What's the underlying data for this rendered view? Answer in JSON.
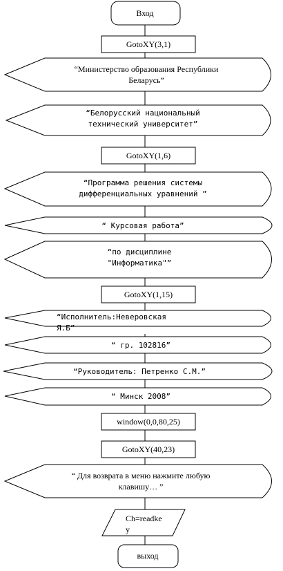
{
  "flowchart": {
    "start": "Вход",
    "steps": [
      {
        "kind": "process",
        "lines": [
          "GotoXY(3,1)"
        ]
      },
      {
        "kind": "display",
        "lines": [
          "“Министерство образования Республики",
          "Беларусь”"
        ]
      },
      {
        "kind": "display",
        "lines": [
          "“Белорусский национальный",
          "технический университет”"
        ]
      },
      {
        "kind": "process",
        "lines": [
          "GotoXY(1,6)"
        ]
      },
      {
        "kind": "display",
        "lines": [
          "“Программа решения системы",
          "дифференциальных уравнений ”"
        ]
      },
      {
        "kind": "display",
        "lines": [
          "“ Курсовая работа”"
        ]
      },
      {
        "kind": "display",
        "lines": [
          "“по дисциплине",
          "\"Информатика\"”"
        ]
      },
      {
        "kind": "process",
        "lines": [
          "GotoXY(1,15)"
        ]
      },
      {
        "kind": "display",
        "lines": [
          "“Исполнитель:Неверовская",
          "Я.Б”"
        ]
      },
      {
        "kind": "display",
        "lines": [
          "“ гр. 102816”"
        ]
      },
      {
        "kind": "display",
        "lines": [
          "“Руководитель: Петренко С.М.”"
        ]
      },
      {
        "kind": "display",
        "lines": [
          "“ Минск 2008”"
        ]
      },
      {
        "kind": "process",
        "lines": [
          "window(0,0,80,25)"
        ]
      },
      {
        "kind": "process",
        "lines": [
          "GotoXY(40,23)"
        ]
      },
      {
        "kind": "display",
        "lines": [
          "“ Для возврата в меню нажмите любую",
          "клавишу… ”"
        ]
      },
      {
        "kind": "io",
        "lines": [
          "Ch=readke",
          "y"
        ]
      }
    ],
    "end": "выход"
  }
}
